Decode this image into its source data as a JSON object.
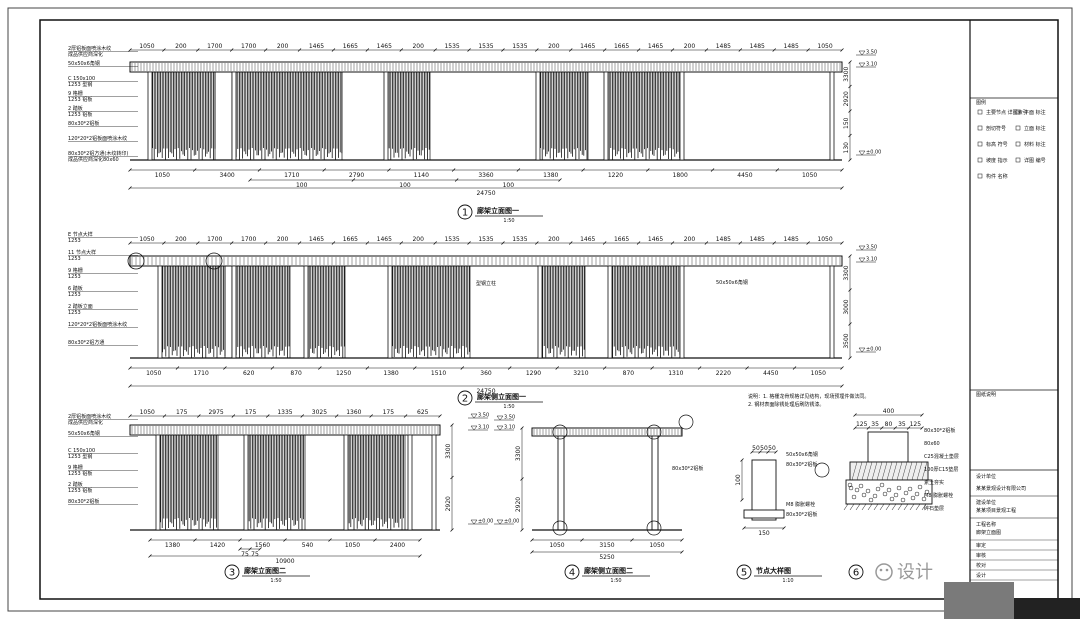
{
  "drawing": {
    "views": [
      {
        "number": "1",
        "title": "廊架立面图一",
        "scale": "1:50"
      },
      {
        "number": "2",
        "title": "廊架侧立面图一",
        "scale": "1:50"
      },
      {
        "number": "3",
        "title": "廊架立面图二",
        "scale": "1:50"
      },
      {
        "number": "4",
        "title": "廊架侧立面图二",
        "scale": "1:50"
      },
      {
        "number": "5",
        "title": "节点大样图",
        "scale": "1:10"
      },
      {
        "number": "6",
        "title": "",
        "scale": ""
      }
    ],
    "elev1": {
      "top_dims": [
        "1050",
        "200",
        "1700",
        "1700",
        "200",
        "1465",
        "1665",
        "1465",
        "200",
        "1535",
        "1535",
        "1535",
        "200",
        "1465",
        "1665",
        "1465",
        "200",
        "1485",
        "1485",
        "1485",
        "1050"
      ],
      "bottom_dims": [
        "1050",
        "3400",
        "1710",
        "2790",
        "1140",
        "3360",
        "1380",
        "1220",
        "1800",
        "4450",
        "1050"
      ],
      "sub_dims": [
        "100",
        "100",
        "100"
      ],
      "total": "24750",
      "right_dims": [
        "3300",
        "2920",
        "150",
        "130"
      ],
      "levels": [
        "3.50",
        "3.10",
        "±0.00"
      ],
      "callouts": [
        {
          "text": "2厚铝板面喷涂木纹",
          "sub": "成品供应商深化"
        },
        {
          "text": "50x50x6角钢",
          "sub": ""
        },
        {
          "text": "C 150x100",
          "sub": "1253 型钢"
        },
        {
          "text": "9 格栅",
          "sub": "1253 铝板"
        },
        {
          "text": "2 踏板",
          "sub": "1253 铝板"
        },
        {
          "text": "80x30*2铝板",
          "sub": ""
        },
        {
          "text": "120*20*2铝板面喷涂木纹",
          "sub": ""
        },
        {
          "text": "80x30*2铝方通(木纹转印)",
          "sub": "成品供应商深化80x60"
        }
      ]
    },
    "elev2": {
      "top_dims": [
        "1050",
        "200",
        "1700",
        "1700",
        "200",
        "1465",
        "1665",
        "1465",
        "200",
        "1535",
        "1535",
        "1535",
        "200",
        "1465",
        "1665",
        "1465",
        "200",
        "1485",
        "1485",
        "1485",
        "1050"
      ],
      "bottom_dims": [
        "1050",
        "1710",
        "620",
        "870",
        "1250",
        "1380",
        "1510",
        "360",
        "1290",
        "3210",
        "870",
        "1310",
        "2220",
        "4450",
        "1050"
      ],
      "total": "24750",
      "right_dims": [
        "3300",
        "3000",
        "3500"
      ],
      "levels": [
        "3.50",
        "3.10",
        "±0.00"
      ],
      "note_right": "50x50x6角钢",
      "mid_label": "型钢立柱",
      "callouts": [
        {
          "text": "E 节点大样",
          "sub": "1253"
        },
        {
          "text": "11 节点大样",
          "sub": "1253"
        },
        {
          "text": "9 格栅",
          "sub": "1253"
        },
        {
          "text": "6 踏板",
          "sub": "1253"
        },
        {
          "text": "2 踏板立面",
          "sub": "1253"
        },
        {
          "text": "120*20*2铝板面喷涂木纹",
          "sub": ""
        },
        {
          "text": "80x30*2铝方通",
          "sub": ""
        }
      ]
    },
    "notes": [
      "说明：1. 格栅龙骨规格详见结构，现场预埋件做法同。",
      "2. 钢材表面除锈处理后刷防锈漆。"
    ],
    "elev3": {
      "top_dims": [
        "1050",
        "175",
        "2975",
        "175",
        "1335",
        "3025",
        "1360",
        "175",
        "625"
      ],
      "bottom_dims": [
        "1380",
        "1420",
        "1560",
        "540",
        "1050",
        "2400"
      ],
      "sub_dims": [
        "75",
        "75"
      ],
      "total": "10900",
      "right_dims": [
        "3300",
        "2920"
      ],
      "levels": [
        "3.50",
        "3.10",
        "±0.00"
      ]
    },
    "elev4": {
      "bottom_dims": [
        "1050",
        "3150",
        "1050"
      ],
      "total": "5250",
      "left_dims": [
        "3300",
        "2920"
      ],
      "levels": [
        "3.50",
        "3.10",
        "±0.00"
      ],
      "note": "80x30*2铝板"
    },
    "detail5": {
      "dims": [
        "50",
        "50",
        "50",
        "100",
        "150"
      ],
      "notes": [
        "50x50x6角钢",
        "80x30*2铝板",
        "M8 膨胀螺栓",
        "80x30*2铝板"
      ]
    },
    "detail6": {
      "top_dim": "400",
      "dims": [
        "125",
        "35",
        "80",
        "35",
        "125"
      ],
      "notes": [
        "80x30*2铝板",
        "80x60",
        "C25混凝土垫层",
        "100厚C15垫层",
        "素土夯实",
        "M8 膨胀螺栓",
        "碎石垫层"
      ]
    },
    "title_block": {
      "header": "图例",
      "legend": [
        "主要节点 详图索引",
        "平面 标注",
        "剖切符号",
        "立面 标注",
        "标高 符号",
        "材料 标注",
        "坡度 指示",
        "详图 编号",
        "构件 名称"
      ],
      "lines": [
        "图纸说明",
        "设计单位",
        "建设单位",
        "工程名称",
        "审定",
        "审核",
        "校对",
        "设计",
        "制图"
      ],
      "company": "某某景观设计有限公司",
      "project": "某某项目景观工程",
      "drawing_name": "廊架立面图"
    },
    "watermark": "设计",
    "watermark_icon": "wechat-icon"
  }
}
